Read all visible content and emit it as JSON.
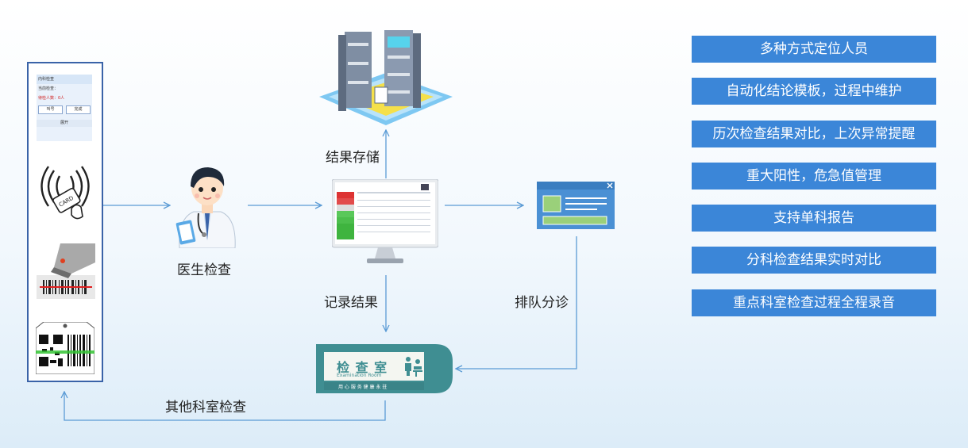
{
  "labels": {
    "doctor": "医生检查",
    "storage": "结果存储",
    "record": "记录结果",
    "queue": "排队分诊",
    "other": "其他科室检查"
  },
  "features": [
    "多种方式定位人员",
    "自动化结论模板，过程中维护",
    "历次检查结果对比，上次异常提醒",
    "重大阳性，危急值管理",
    "支持单科报告",
    "分科检查结果实时对比",
    "重点科室检查过程全程录音"
  ],
  "phone": {
    "title": "内科检查",
    "current": "当前检查：",
    "waiting": "待检人数：0人",
    "btn_call": "叫号",
    "btn_done": "完成",
    "expand": "展开"
  },
  "card_text": "CARD",
  "sign": {
    "title": "检 查 室",
    "subtitle": "Examination Room",
    "slogan": "用 心 服 务   健 康 永 驻"
  },
  "colors": {
    "feature_bg": "#3b86d8",
    "arrow": "#5b9bd5",
    "panel_border": "#3a63a8",
    "sign_teal": "#3f8e92"
  }
}
